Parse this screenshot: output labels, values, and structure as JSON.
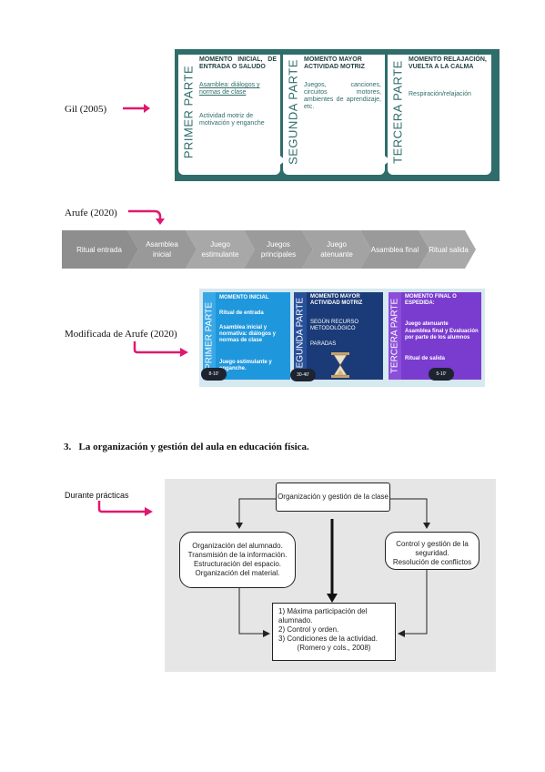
{
  "colors": {
    "accent_pink": "#e0186f",
    "gil_teal": "#2f6d6a",
    "chevron_gray": "#8a8a8a",
    "mod_blue": "#1f97dc",
    "mod_navy": "#1b3b78",
    "mod_purple": "#7a3bcf"
  },
  "labels": {
    "gil": "Gil (2005)",
    "arufe": "Arufe (2020)",
    "modificada": "Modificada de Arufe (2020)",
    "durante": "Durante prácticas"
  },
  "gil_figure": {
    "parts": [
      {
        "vertical": "PRIMER PARTE",
        "heading": "MOMENTO INICIAL, DE ENTRADA O SALUDO",
        "lines": [
          "Asamblea: diálogos y normas de clase",
          "Actividad motriz de motivación y enganche"
        ]
      },
      {
        "vertical": "SEGUNDA PARTE",
        "heading": "MOMENTO MAYOR ACTIVIDAD MOTRIZ",
        "lines": [
          "Juegos, canciones, circuitos motores, ambientes de aprendizaje, etc."
        ]
      },
      {
        "vertical": "TERCERA PARTE",
        "heading": "MOMENTO RELAJACIÓN, VUELTA A LA CALMA",
        "lines": [
          "Respiración/relajación"
        ]
      }
    ]
  },
  "arufe_chevrons": [
    "Ritual entrada",
    "Asamblea inicial",
    "Juego estimulante",
    "Juegos principales",
    "Juego atenuante",
    "Asamblea final",
    "Ritual salida"
  ],
  "mod_figure": {
    "parts": [
      {
        "vertical": "PRIMER PARTE",
        "heading": "MOMENTO INICIAL",
        "lines": [
          "Ritual de entrada",
          "Asamblea inicial y normativa: diálogos y normas de clase",
          "Juego estimulante y enganche."
        ],
        "time": "8-10'"
      },
      {
        "vertical": "SEGUNDA PARTE",
        "heading": "MOMENTO MAYOR ACTIVIDAD MOTRIZ",
        "lines": [
          "SEGÚN RECURSO METODOLÓGICO",
          "PARADAS"
        ],
        "time": "30-40'"
      },
      {
        "vertical": "TERCERA PARTE",
        "heading": "MOMENTO FINAL O ESPEDIDA:",
        "lines": [
          "Juego atenuante",
          "Asamblea final y Evaluación por parte de los alumnos",
          "Ritual de salida"
        ],
        "time": "5-10'"
      }
    ]
  },
  "section": {
    "number": "3.",
    "title": "La organización y gestión del aula en educación física."
  },
  "flowchart": {
    "top": "Organización y gestión de la clase",
    "left": [
      "Organización del alumnado.",
      "Transmisión de la información.",
      "Estructuración del espacio.",
      "Organización del material."
    ],
    "right": [
      "Control y gestión de la seguridad.",
      "Resolución de conflictos"
    ],
    "bottom": [
      "1)  Máxima participación del alumnado.",
      "2)  Control y orden.",
      "3)  Condiciones de la actividad."
    ],
    "citation": "(Romero y cols., 2008)"
  }
}
